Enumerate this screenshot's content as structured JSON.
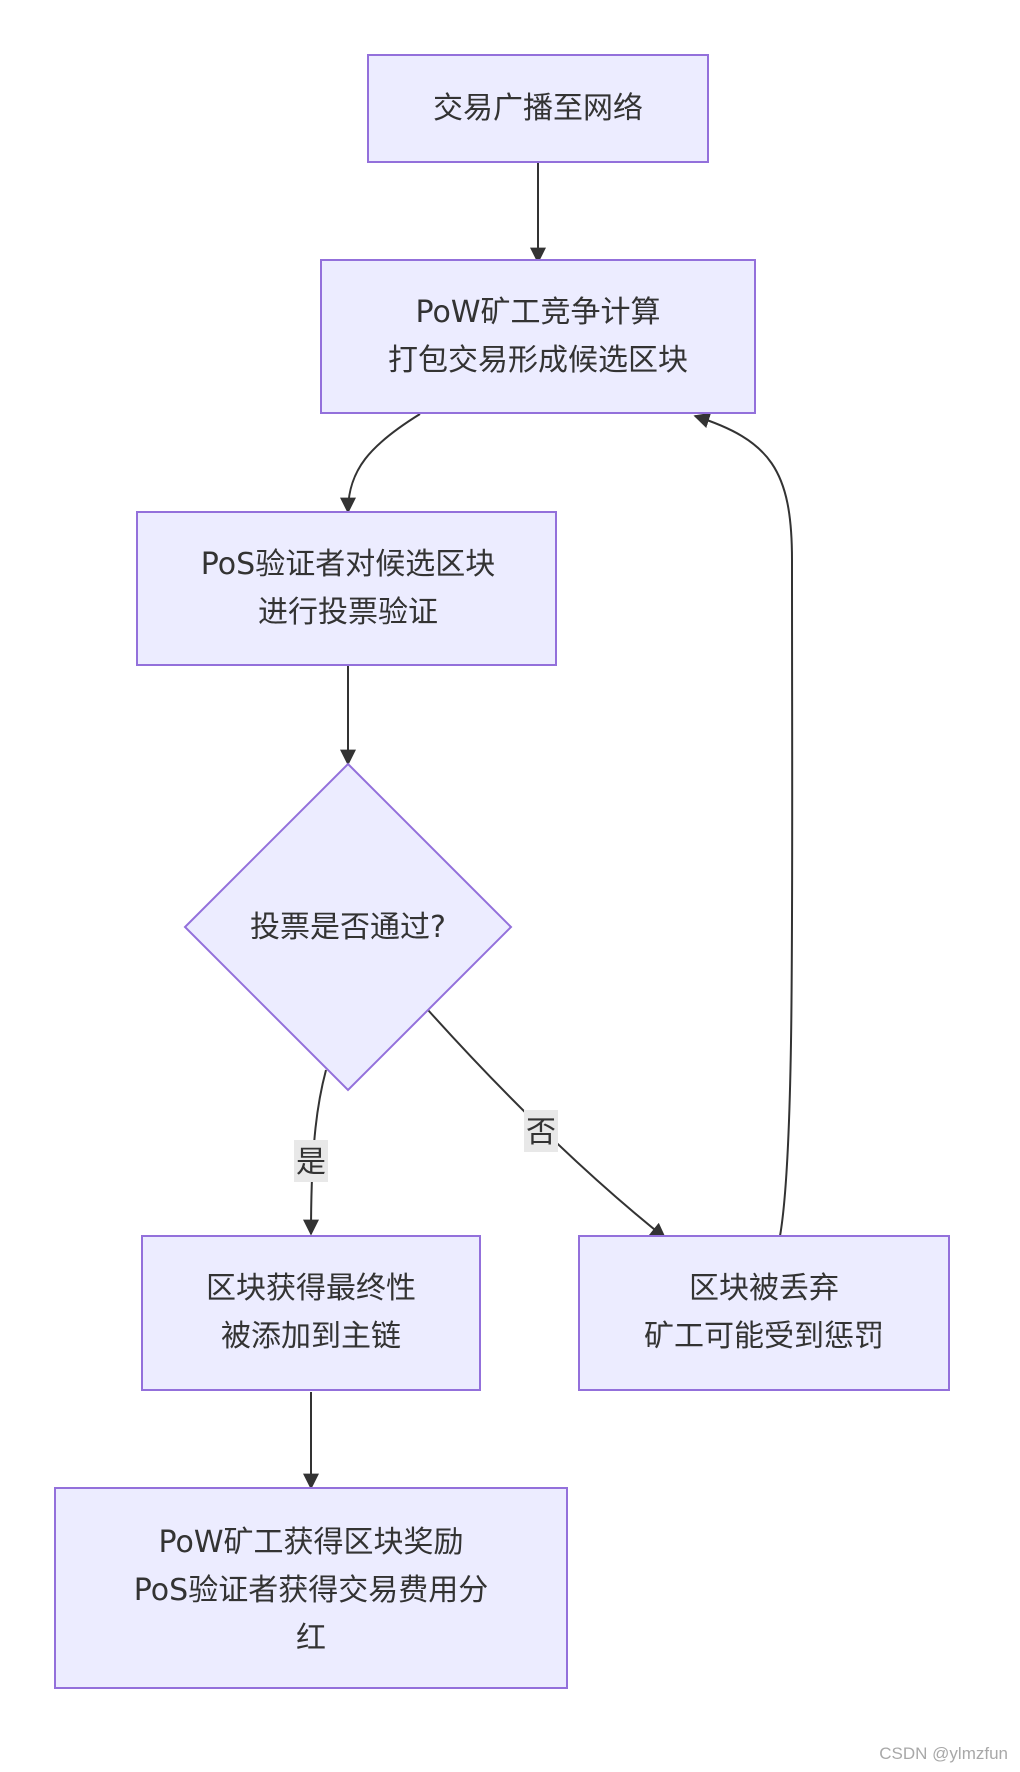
{
  "diagram": {
    "nodes": {
      "broadcast": [
        "交易广播至网络"
      ],
      "pow_compete": [
        "PoW矿工竞争计算",
        "打包交易形成候选区块"
      ],
      "pos_vote": [
        "PoS验证者对候选区块",
        "进行投票验证"
      ],
      "decision": [
        "投票是否通过?"
      ],
      "finality": [
        "区块获得最终性",
        "被添加到主链"
      ],
      "discard": [
        "区块被丢弃",
        "矿工可能受到惩罚"
      ],
      "reward": [
        "PoW矿工获得区块奖励",
        "PoS验证者获得交易费用分",
        "红"
      ]
    },
    "edge_labels": {
      "yes": "是",
      "no": "否"
    },
    "colors": {
      "node_fill": "#ECECFF",
      "node_stroke": "#9370DB",
      "edge": "#333333",
      "label_bg": "#e8e8e8"
    }
  },
  "watermark": "CSDN @ylmzfun"
}
